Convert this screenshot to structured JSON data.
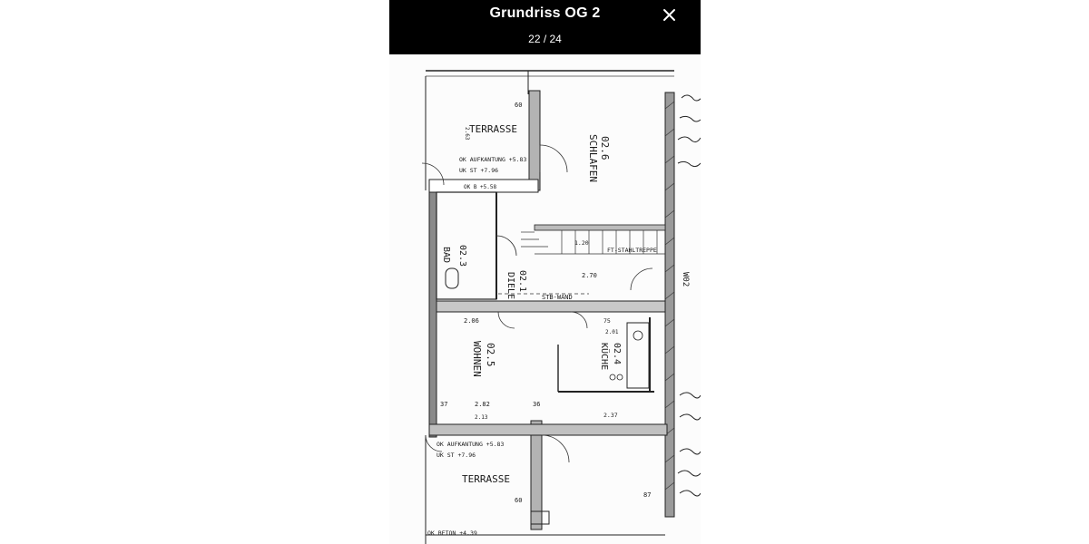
{
  "header": {
    "title": "Grundriss OG 2",
    "counter": "22 / 24"
  },
  "plan": {
    "rooms": {
      "schlafen_num": "02.6",
      "schlafen": "SCHLAFEN",
      "bad_num": "02.3",
      "bad": "BAD",
      "diele_num": "02.1",
      "diele": "DIELE",
      "wohnen_num": "02.5",
      "wohnen": "WOHNEN",
      "kueche_num": "02.4",
      "kueche": "KÜCHE",
      "terrasse_top": "TERRASSE",
      "terrasse_bottom": "TERRASSE"
    },
    "annotations": {
      "aufkantung_top": "OK AUFKANTUNG +5.83",
      "ukst_top": "UK ST +7.96",
      "aufkantung_bottom": "OK AUFKANTUNG +5.83",
      "ukst_bottom": "UK ST +7.96",
      "stahltreppe": "FT-STAHLTREPPE",
      "stb_wand": "STB-WAND",
      "ok_beton": "OK BETON +4.39",
      "okb": "OK B +5.58",
      "w02": "W02",
      "d_270": "2.70",
      "d_206": "2.06",
      "d_282": "2.82",
      "d_213": "2.13",
      "d_37": "37",
      "d_36": "36",
      "d_60_top": "60",
      "d_60_bottom": "60",
      "d_263": "2.63",
      "d_237": "2.37",
      "d_201": "2.01",
      "d_120": "1.20",
      "d_87": "87",
      "d_75": "75"
    }
  }
}
